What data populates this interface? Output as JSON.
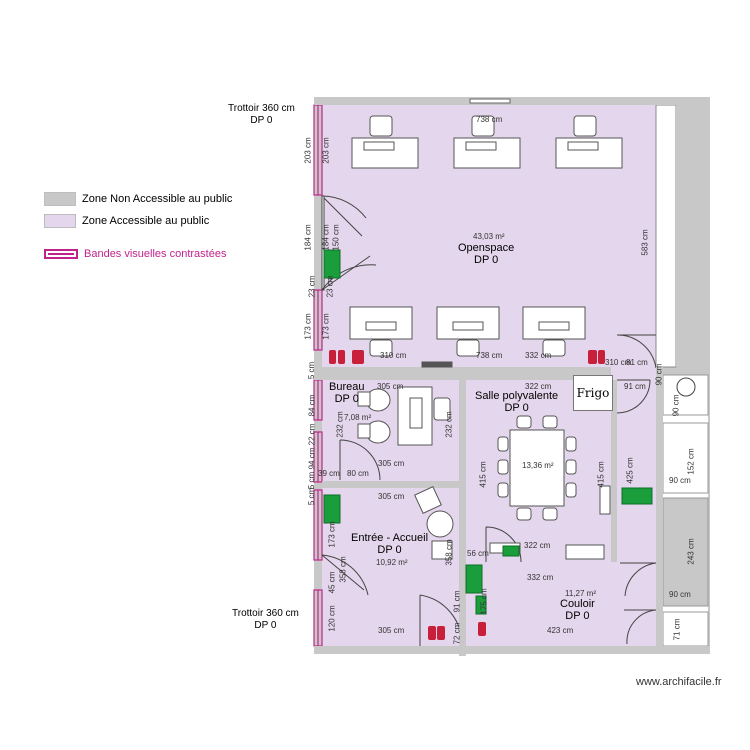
{
  "legend": {
    "non_accessible": "Zone Non Accessible au public",
    "accessible": "Zone Accessible au public",
    "bands": "Bandes visuelles contrastées",
    "colors": {
      "non_accessible": "#c8c8c8",
      "accessible": "#e4d6ec",
      "bands": "#c0238c"
    }
  },
  "sidewalk_top": {
    "label": "Trottoir 360 cm",
    "dp": "DP 0"
  },
  "sidewalk_bottom": {
    "label": "Trottoir 360 cm",
    "dp": "DP 0"
  },
  "rooms": {
    "openspace": {
      "name": "Openspace",
      "dp": "DP 0",
      "area": "43,03 m²"
    },
    "bureau": {
      "name": "Bureau",
      "dp": "DP 0",
      "area": "7,08 m²"
    },
    "salle": {
      "name": "Salle polyvalente",
      "dp": "DP 0",
      "area": "13,36 m²"
    },
    "entree": {
      "name": "Entrée - Accueil",
      "dp": "DP 0",
      "area": "10,92 m²"
    },
    "couloir": {
      "name": "Couloir",
      "dp": "DP 0",
      "area": "11,27 m²"
    }
  },
  "frigo": "Frigo",
  "dims": {
    "top_738": "738 cm",
    "os_310": "310 cm",
    "os_738": "738 cm",
    "os_332": "332 cm",
    "os_310b": "310 cm",
    "os_81": "81 cm",
    "b_305": "305 cm",
    "s_322": "322 cm",
    "s_91": "91 cm",
    "b_305b": "305 cm",
    "b_80": "80 cm",
    "b_39": "39 cm",
    "e_305": "305 cm",
    "e_56": "56 cm",
    "s_322b": "322 cm",
    "c_332": "332 cm",
    "e_305b": "305 cm",
    "c_423": "423 cm",
    "r_90a": "90 cm",
    "r_90b": "90 cm",
    "r_90c": "90 cm",
    "r_71": "71 cm"
  },
  "vdims": {
    "l_203a": "203 cm",
    "l_203b": "203 cm",
    "l_184a": "184 cm",
    "l_184b": "184 cm",
    "l_150": "150 cm",
    "l_23a": "23 cm",
    "l_23b": "23 cm",
    "l_173a": "173 cm",
    "l_173b": "173 cm",
    "l_5a": "5 cm",
    "l_84": "84 cm",
    "l_232a": "232 cm",
    "l_22": "22 cm",
    "l_94": "94 cm",
    "l_5b": "5 cm",
    "l_173c": "173 cm",
    "l_5c": "5 cm",
    "l_358a": "358 cm",
    "l_358b": "358 cm",
    "l_45": "45 cm",
    "l_120": "120 cm",
    "r_583": "583 cm",
    "b_232b": "232 cm",
    "s_415a": "415 cm",
    "s_415b": "415 cm",
    "c_425": "425 cm",
    "r_90d": "90 cm",
    "r_152": "152 cm",
    "r_243": "243 cm",
    "e_91": "91 cm",
    "e_175": "175 cm",
    "e_72": "72 cm"
  },
  "watermark": "www.archifacile.fr"
}
